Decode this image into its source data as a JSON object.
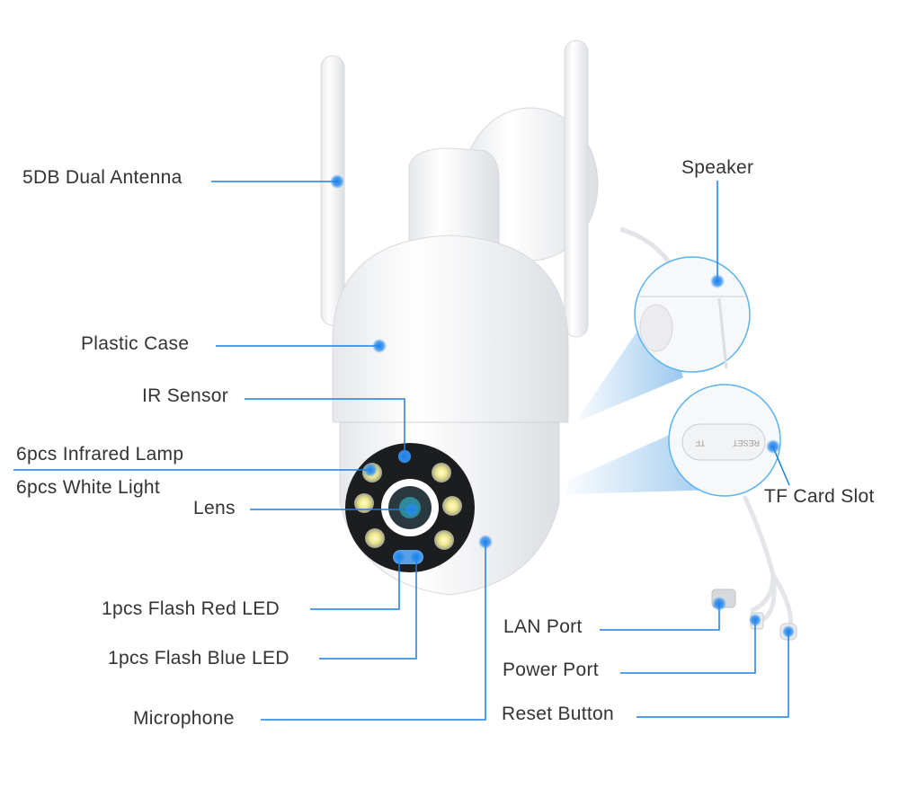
{
  "labels": {
    "antenna": "5DB Dual Antenna",
    "speaker": "Speaker",
    "plastic_case": "Plastic Case",
    "ir_sensor": "IR Sensor",
    "infrared_lamp": "6pcs Infrared Lamp",
    "white_light": "6pcs White Light",
    "lens": "Lens",
    "tf_card_slot": "TF Card Slot",
    "red_led": "1pcs Flash Red LED",
    "blue_led": "1pcs Flash Blue LED",
    "microphone": "Microphone",
    "lan_port": "LAN Port",
    "power_port": "Power Port",
    "reset_button": "Reset Button"
  },
  "inset_text": {
    "reset": "RESET",
    "tf": "TF"
  },
  "colors": {
    "accent": "#1a7fe6",
    "text": "#333333",
    "inset_border": "#5ab4ef"
  }
}
